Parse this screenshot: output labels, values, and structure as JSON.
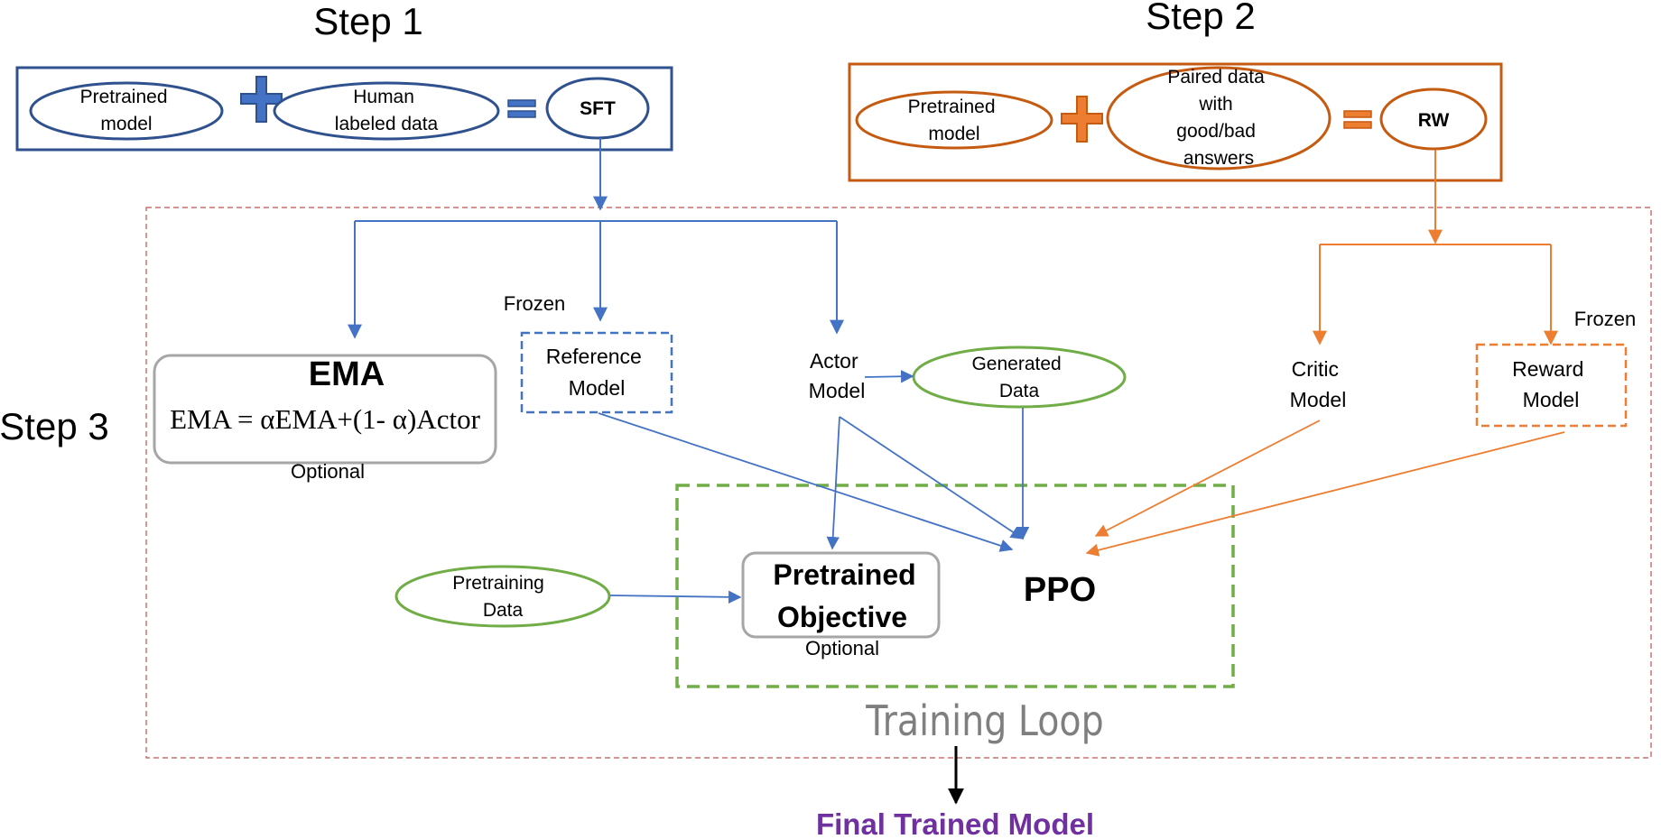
{
  "colors": {
    "blue": "#4472C4",
    "navy": "#2F528F",
    "orange": "#ED7D31",
    "brown": "#C55A11",
    "green": "#70AD47",
    "gray": "#A6A6A6",
    "dashed_border": "#C0504D",
    "purple": "#7030A0",
    "training_loop_text": "#7F7F7F"
  },
  "step1": {
    "title": "Step 1",
    "pretrained": [
      "Pretrained",
      "model"
    ],
    "human": [
      "Human",
      "labeled data"
    ],
    "result": "SFT"
  },
  "step2": {
    "title": "Step 2",
    "pretrained": [
      "Pretrained",
      "model"
    ],
    "paired": [
      "Paired data",
      "with",
      "good/bad",
      "answers"
    ],
    "result": "RW"
  },
  "step3": {
    "title": "Step 3",
    "ema_title": "EMA",
    "ema_formula": "EMA = αEMA+(1- α)Actor",
    "ema_note": "Optional",
    "reference_frozen": "Frozen",
    "reference": [
      "Reference",
      "Model"
    ],
    "actor": [
      "Actor",
      "Model"
    ],
    "generated": [
      "Generated",
      "Data"
    ],
    "critic": [
      "Critic",
      "Model"
    ],
    "reward_frozen": "Frozen",
    "reward": [
      "Reward",
      "Model"
    ],
    "pretraining_data": [
      "Pretraining",
      "Data"
    ],
    "pretrained_objective": [
      "Pretrained",
      "Objective"
    ],
    "objective_note": "Optional",
    "ppo": "PPO",
    "training_loop": "Training Loop",
    "final": "Final Trained Model"
  }
}
